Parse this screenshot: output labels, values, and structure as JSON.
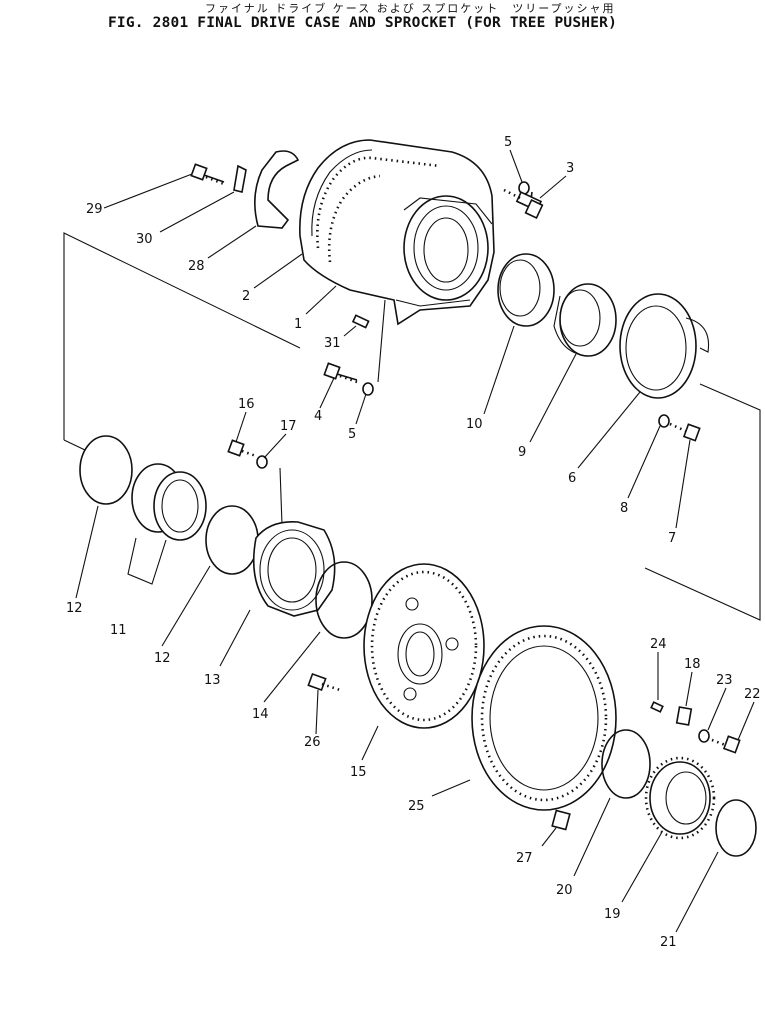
{
  "title": {
    "japanese": "ファイナル ドライブ ケース および スプロケット　ツリープッシャ用",
    "english": "FIG. 2801  FINAL DRIVE CASE AND SPROCKET (FOR TREE PUSHER)"
  },
  "callouts": {
    "c1": "1",
    "c2": "2",
    "c3": "3",
    "c4": "4",
    "c5a": "5",
    "c5b": "5",
    "c6": "6",
    "c7": "7",
    "c8": "8",
    "c9": "9",
    "c10": "10",
    "c11": "11",
    "c12a": "12",
    "c12b": "12",
    "c13": "13",
    "c14": "14",
    "c15": "15",
    "c16": "16",
    "c17": "17",
    "c18": "18",
    "c19": "19",
    "c20": "20",
    "c21": "21",
    "c22": "22",
    "c23": "23",
    "c24": "24",
    "c25": "25",
    "c26": "26",
    "c27": "27",
    "c28": "28",
    "c29": "29",
    "c30": "30",
    "c31": "31"
  }
}
